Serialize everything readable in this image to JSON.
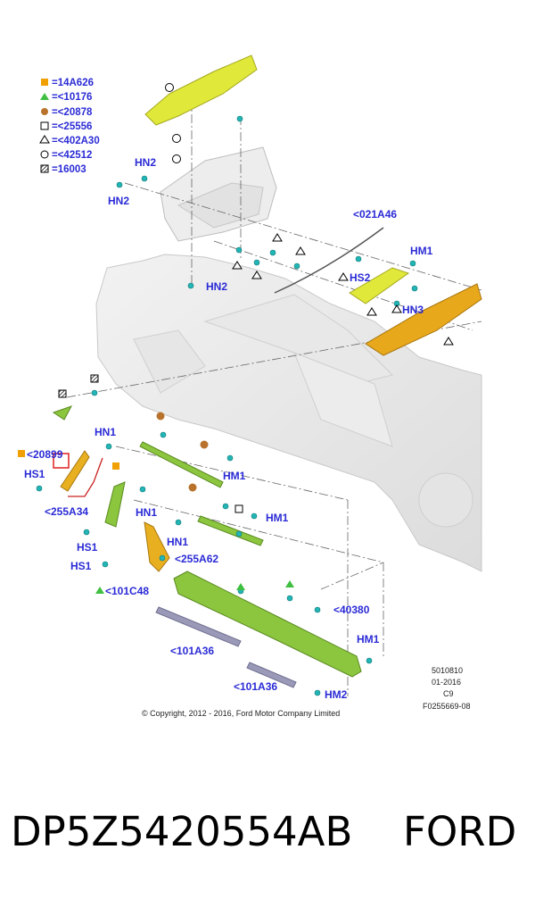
{
  "legend": [
    {
      "symbol": "orange-square",
      "text": "=14A626"
    },
    {
      "symbol": "green-triangle",
      "text": "=<10176"
    },
    {
      "symbol": "brown-circle",
      "text": "=<20878"
    },
    {
      "symbol": "open-square",
      "text": "=<25556"
    },
    {
      "symbol": "open-triangle",
      "text": "=<402A30"
    },
    {
      "symbol": "open-circle",
      "text": "=<42512"
    },
    {
      "symbol": "hatched-square",
      "text": "=16003"
    }
  ],
  "labels": {
    "hn2_a": "HN2",
    "hn2_b": "HN2",
    "hn2_c": "HN2",
    "a021": "<021A46",
    "hm1_a": "HM1",
    "hs2": "HS2",
    "hn3": "HN3",
    "hn1_a": "HN1",
    "c20899": "<20899",
    "hs1_a": "HS1",
    "hm1_b": "HM1",
    "a255_34": "<255A34",
    "hn1_b": "HN1",
    "hm1_c": "HM1",
    "hs1_b": "HS1",
    "hn1_c": "HN1",
    "hs1_c": "HS1",
    "a255_62": "<255A62",
    "c101c48": "<101C48",
    "c40380": "<40380",
    "a101_36a": "<101A36",
    "hm1_d": "HM1",
    "a101_36b": "<101A36",
    "hm2": "HM2"
  },
  "meta": {
    "line1": "5010810",
    "line2": "01-2016",
    "line3": "C9",
    "line4": "F0255669-08"
  },
  "copyright": "© Copyright, 2012 - 2016, Ford Motor Company Limited",
  "caption": {
    "part_number": "DP5Z5420554AB",
    "brand": "FORD"
  },
  "colors": {
    "label": "#2b2bd6",
    "part_yellow": "#e0e83a",
    "part_green": "#8cc63f",
    "part_orange": "#e8a81c",
    "fastener": "#22b5b5"
  }
}
